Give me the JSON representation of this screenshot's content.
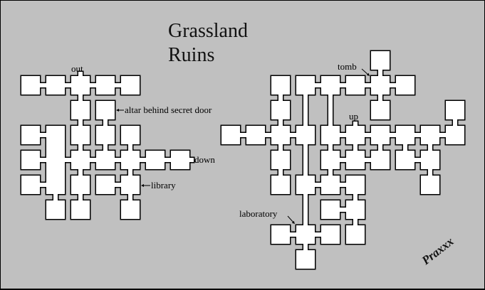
{
  "map": {
    "title_line1": "Grassland",
    "title_line2": "Ruins",
    "signature": "Praxxx",
    "colors": {
      "background": "#c0c0c0",
      "room_fill": "#ffffff",
      "outline": "#000000"
    },
    "labels": {
      "out": "out",
      "altar": "altar behind secret door",
      "down": "down",
      "library": "library",
      "tomb": "tomb",
      "up": "up",
      "laboratory": "laboratory"
    }
  }
}
